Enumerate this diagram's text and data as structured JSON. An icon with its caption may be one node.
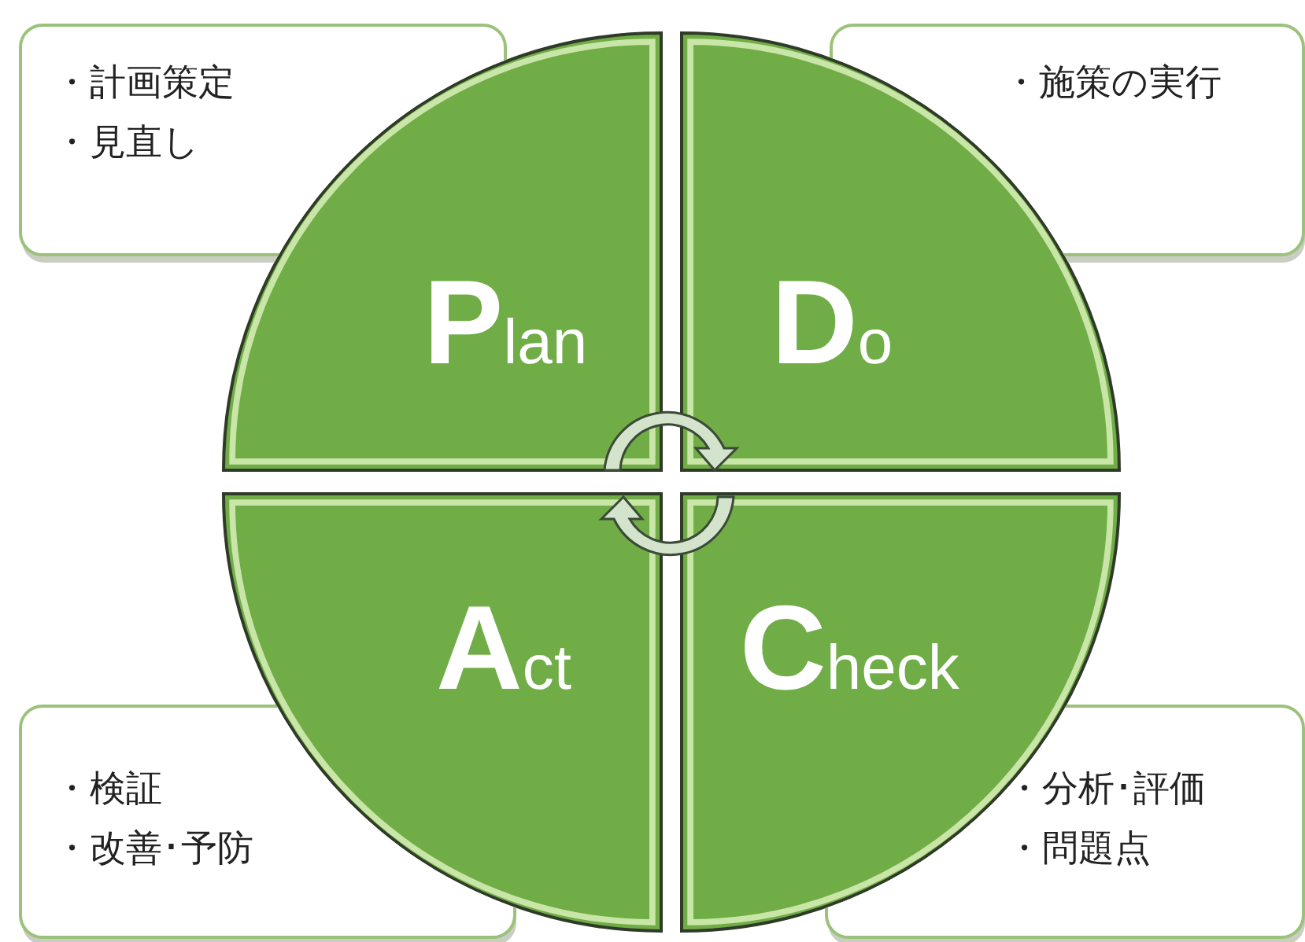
{
  "diagram": {
    "nodes": [
      {
        "text": [
          "・計画策定",
          "・見直し"
        ]
      },
      {
        "text": [
          "・施策の実行"
        ]
      },
      {
        "text": [
          "・検証",
          "・改善･予防"
        ]
      },
      {
        "text": [
          "・分析･評価",
          "・問題点"
        ]
      },
      {
        "text": [
          "**P**lan"
        ]
      },
      {
        "text": [
          "**D**o"
        ]
      },
      {
        "text": [
          "**A**ct"
        ]
      },
      {
        "text": [
          "**C**heck"
        ]
      }
    ]
  }
}
